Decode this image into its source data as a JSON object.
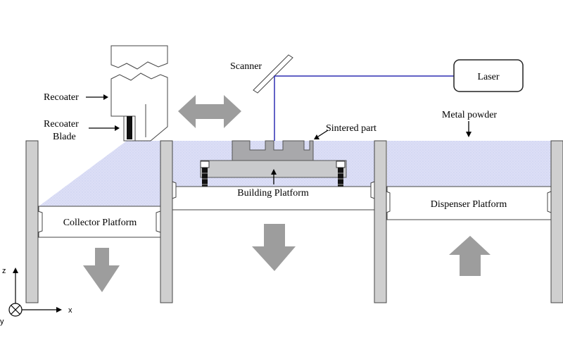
{
  "labels": {
    "recoater": "Recoater",
    "recoater_blade_line1": "Recoater",
    "recoater_blade_line2": "Blade",
    "scanner": "Scanner",
    "laser": "Laser",
    "sintered_part": "Sintered part",
    "metal_powder": "Metal powder",
    "building_platform": "Building Platform",
    "collector_platform": "Collector Platform",
    "dispenser_platform": "Dispenser Platform"
  },
  "axes": {
    "z": "z",
    "x": "x",
    "y": "y"
  },
  "colors": {
    "powder_fill": "#dcdff6",
    "wall_fill": "#cfcfcf",
    "arrow_fill": "#9d9d9d",
    "part_fill": "#a8a8ab",
    "laser_beam": "#2f2fb4",
    "outline": "#4a4a4a"
  },
  "motion_arrows": {
    "recoater": "left-right",
    "collector_platform": "down",
    "building_platform": "down",
    "dispenser_platform": "up"
  },
  "icons": [
    "arrow-down-icon",
    "arrow-up-icon",
    "double-arrow-icon",
    "bolt-icon",
    "axis-y-into-page-icon"
  ]
}
